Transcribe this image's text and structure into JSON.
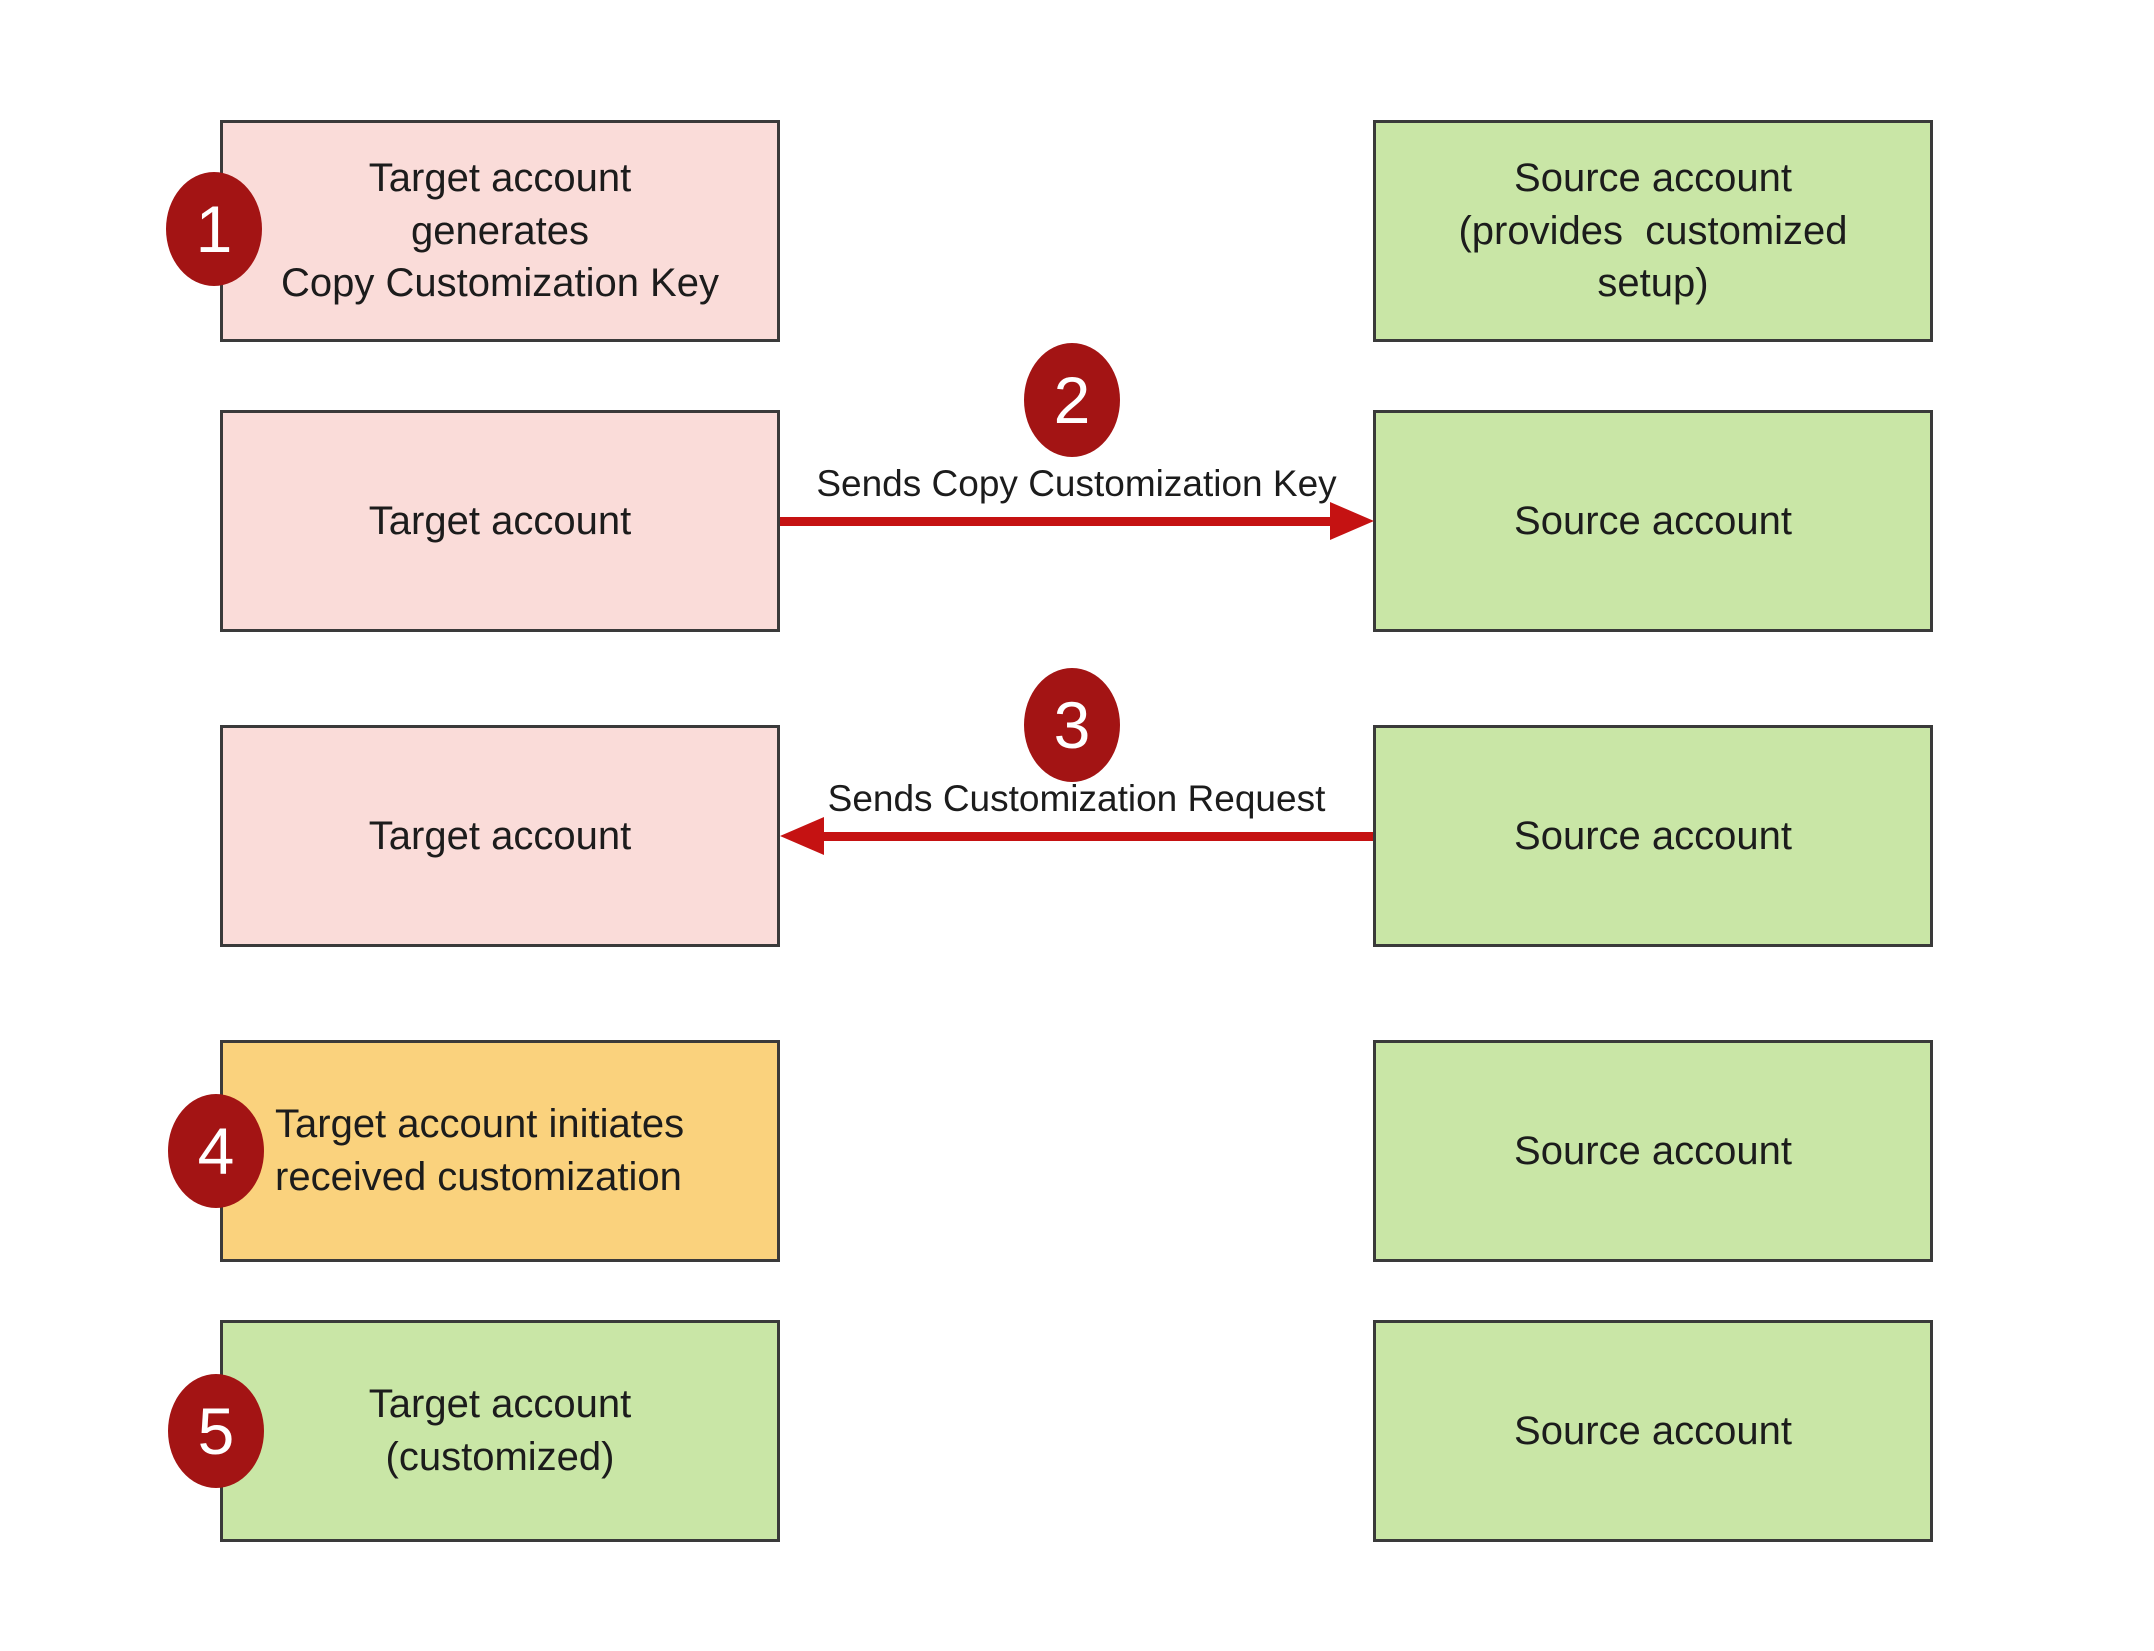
{
  "palette": {
    "box_pink": "#fadcd9",
    "box_green": "#c9e6a6",
    "box_orange": "#fad27d",
    "badge_red": "#a31414",
    "arrow_red": "#c51212",
    "border": "#3a3a3a",
    "text": "#1c1c1c",
    "background": "#ffffff"
  },
  "steps": [
    {
      "number": "1",
      "left_box": {
        "lines": [
          "Target account",
          "generates",
          "Copy Customization Key"
        ]
      },
      "right_box": {
        "lines": [
          "Source account",
          "(provides  customized",
          "setup)"
        ]
      }
    },
    {
      "number": "2",
      "left_box": {
        "lines": [
          "Target account"
        ]
      },
      "right_box": {
        "lines": [
          "Source account"
        ]
      },
      "arrow": {
        "label": "Sends Copy Customization Key",
        "direction": "left-to-right"
      }
    },
    {
      "number": "3",
      "left_box": {
        "lines": [
          "Target account"
        ]
      },
      "right_box": {
        "lines": [
          "Source account"
        ]
      },
      "arrow": {
        "label": "Sends Customization Request",
        "direction": "right-to-left"
      }
    },
    {
      "number": "4",
      "left_box": {
        "lines": [
          "Target account initiates",
          "received customization"
        ]
      },
      "right_box": {
        "lines": [
          "Source account"
        ]
      }
    },
    {
      "number": "5",
      "left_box": {
        "lines": [
          "Target account",
          "(customized)"
        ]
      },
      "right_box": {
        "lines": [
          "Source account"
        ]
      }
    }
  ]
}
